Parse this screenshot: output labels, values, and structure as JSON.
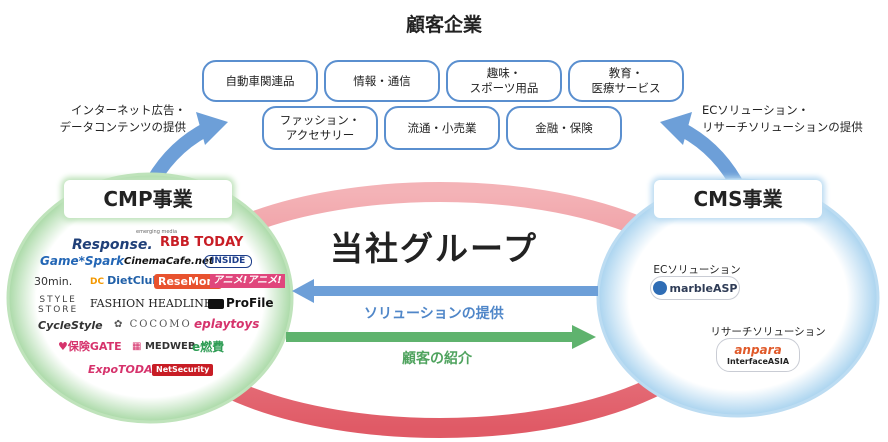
{
  "title": "顧客企業",
  "industries": [
    "自動車関連品",
    "情報・通信",
    "趣味・\nスポーツ用品",
    "教育・\n医療サービス",
    "ファッション・\nアクセサリー",
    "流通・小売業",
    "金融・保険"
  ],
  "left_arrow_label": "インターネット広告・\nデータコンテンツの提供",
  "right_arrow_label": "ECソリューション・\nリサーチソリューションの提供",
  "center_title": "当社グループ",
  "cmp": {
    "label": "CMP事業",
    "logos": {
      "response": "Response.",
      "response_tag": "emerging media",
      "rbb": "RBB TODAY",
      "gamespark": "Game*Spark",
      "cinemacafe": "CinemaCafe.net",
      "inside": "INSIDE",
      "min30": "30min.",
      "dietclub": "DietClub",
      "resemom": "ReseMom",
      "animeanime": "アニメ!アニメ!",
      "stylestore": "STYLE\nSTORE",
      "fashionheadline": "FASHION HEADLINE",
      "profile": "ProFile",
      "cyclestyle": "CycleStyle",
      "cocomo": "COCOMO",
      "playtoys": "playtoys",
      "hokengate": "保険GATE",
      "medweb": "MEDWEB",
      "nenpi": "e燃費",
      "expotoday": "ExpoTODAY",
      "netsecurity": "NetSecurity"
    }
  },
  "cms": {
    "label": "CMS事業",
    "ec_label": "ECソリューション",
    "research_label": "リサーチソリューション",
    "logos": {
      "marble": "marbleASP",
      "anpara": "anpara",
      "interface_asia": "InterfaceASIA"
    }
  },
  "flows": {
    "solution": "ソリューションの提供",
    "referral": "顧客の紹介"
  },
  "colors": {
    "blue_accent": "#5a8fcf",
    "green_accent": "#5fb36e",
    "red_ring": "#e06a74",
    "cmp_glow": "#a9d9a6",
    "cms_glow": "#a9d3ef"
  }
}
